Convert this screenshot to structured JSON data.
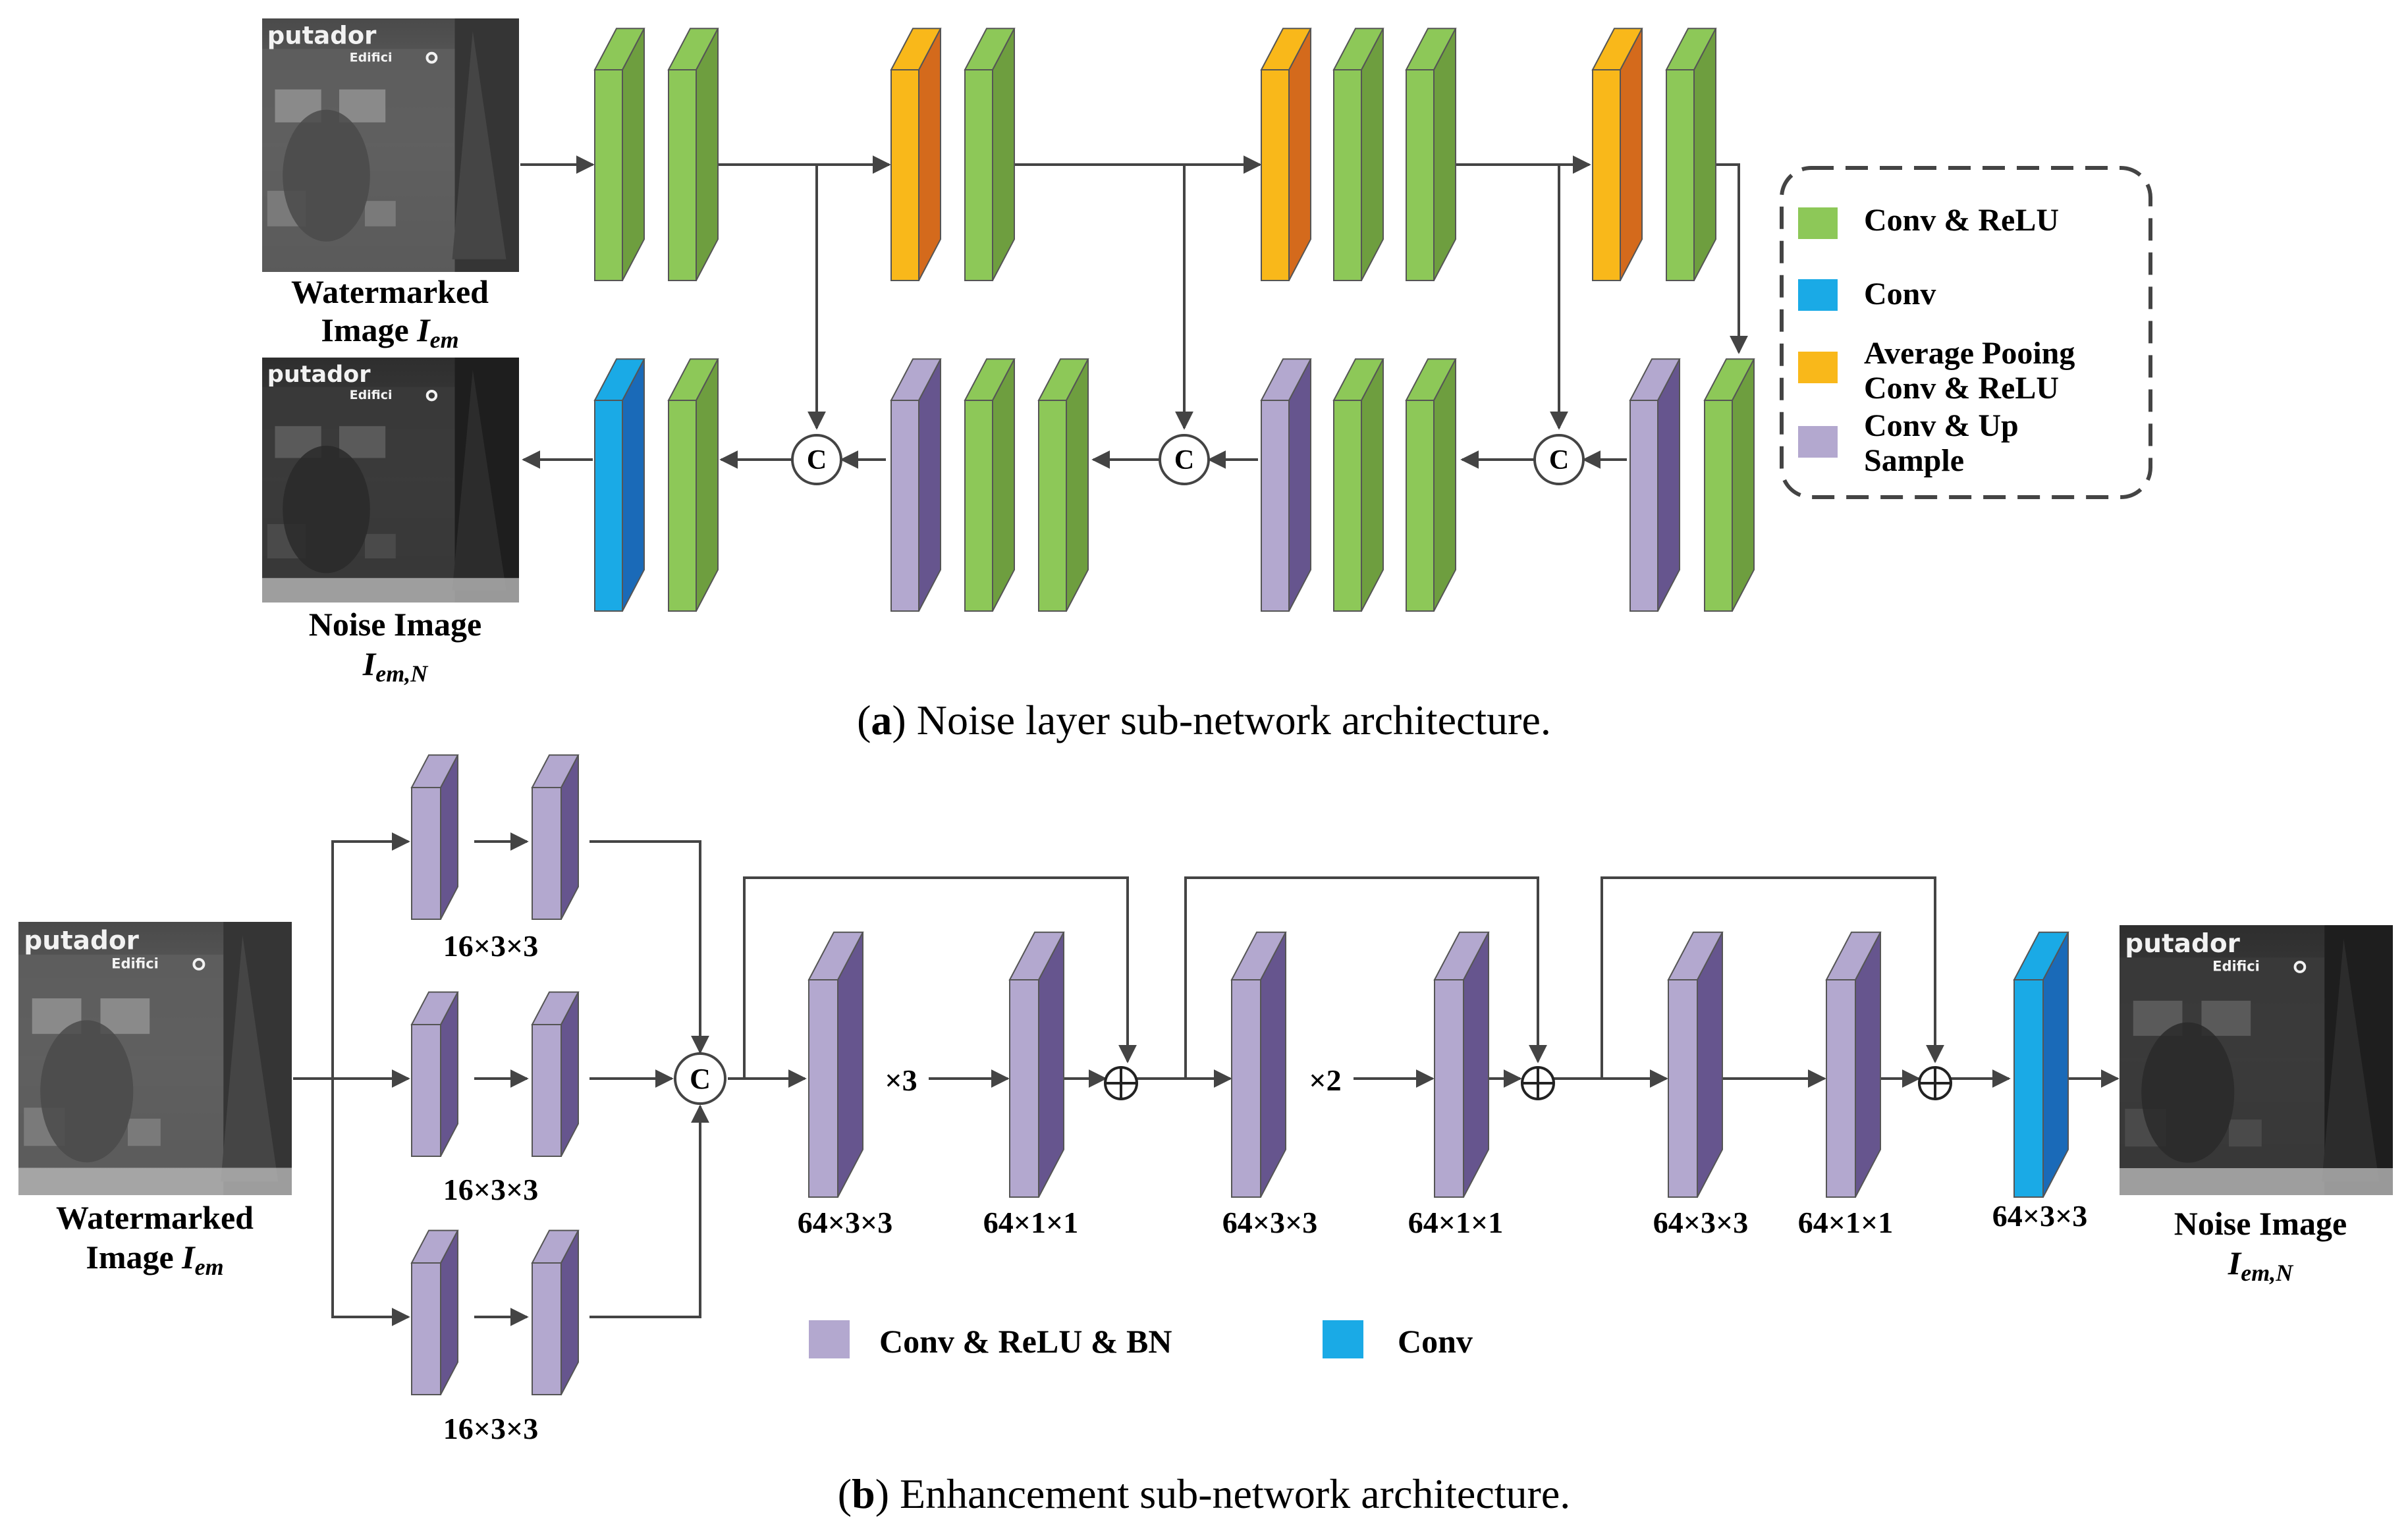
{
  "legend_a": {
    "conv_relu": "Conv & ReLU",
    "conv": "Conv",
    "avg_pool_1": "Average Pooing",
    "avg_pool_2": "Conv & ReLU",
    "conv_up_1": "Conv & Up",
    "conv_up_2": "Sample"
  },
  "legend_b": {
    "conv_relu_bn": "Conv & ReLU & BN",
    "conv": "Conv"
  },
  "labels": {
    "watermarked_1": "Watermarked",
    "watermarked_2": "Image ",
    "watermarked_sub": "I",
    "watermarked_subscript": "em",
    "noise_1": "Noise Image",
    "noise_sub": "I",
    "noise_subscript": "em,N",
    "concat": "C",
    "rep_3": "×3",
    "rep_2": "×2",
    "dim_16": "16×3×3",
    "dim_64_3": "64×3×3",
    "dim_64_1": "64×1×1",
    "photo_text_1": "putador",
    "photo_text_2": "Edifici"
  },
  "captions": {
    "a_letter": "a",
    "a_text": " Noise layer sub-network architecture.",
    "b_letter": "b",
    "b_text": " Enhancement sub-network architecture."
  },
  "colors": {
    "green_front": "#8dc858",
    "green_side": "#6e9e3f",
    "orange_front": "#f9b81a",
    "orange_side": "#d46a1c",
    "blue_front": "#1aaae6",
    "blue_side": "#1a6ab8",
    "purple_front": "#b3a8cf",
    "purple_side": "#66558e"
  }
}
